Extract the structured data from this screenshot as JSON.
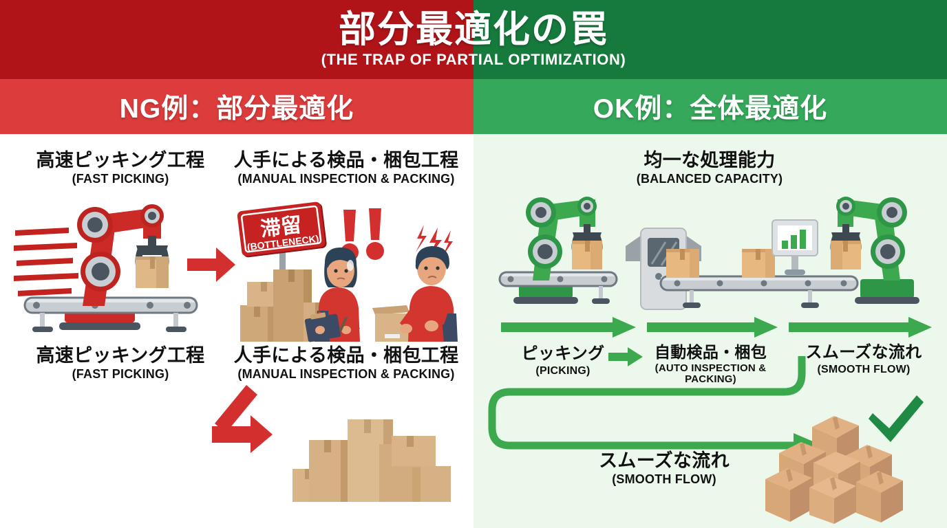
{
  "header": {
    "title_jp": "部分最適化の罠",
    "title_en": "(THE TRAP OF PARTIAL OPTIMIZATION)",
    "left_band_color": "#B01418",
    "right_band_color": "#157A3C"
  },
  "subtitle_bars": {
    "left": {
      "label": "NG例：部分最適化",
      "color": "#DC3C3C"
    },
    "right": {
      "label": "OK例：全体最適化",
      "color": "#35A85B"
    }
  },
  "left_panel": {
    "background": "#FFFFFF",
    "accent": "#D32F2F",
    "top_labels": [
      {
        "jp": "高速ピッキング工程",
        "en": "(FAST PICKING)"
      },
      {
        "jp": "人手による検品・梱包工程",
        "en": "(MANUAL INSPECTION & PACKING)"
      }
    ],
    "bottom_labels": [
      {
        "jp": "高速ピッキング工程",
        "en": "(FAST PICKING)"
      },
      {
        "jp": "人手による検品・梱包工程",
        "en": "(MANUAL INSPECTION & PACKING)"
      }
    ],
    "sign": {
      "jp": "滞留",
      "en": "(BOTTLENECK)",
      "color": "#C62222"
    },
    "icons": {
      "robot_arm": "red-robot-arm-icon",
      "speed_lines": "speed-lines-icon",
      "conveyor": "conveyor-belt-icon",
      "arrow": "red-arrow-icon",
      "exclamation": "exclamation-marks-icon",
      "worker_female": "stressed-female-worker-icon",
      "worker_male": "stressed-male-worker-icon",
      "stress_bolts": "stress-lightning-icon",
      "box_pile": "messy-box-pile-icon",
      "diagonal_arrow": "red-diagonal-arrow-icon"
    }
  },
  "right_panel": {
    "background": "#EDF8EC",
    "accent": "#34A853",
    "top_label": {
      "jp": "均一な処理能力",
      "en": "(BALANCED CAPACITY)"
    },
    "process_labels": [
      {
        "jp": "ピッキング",
        "en": "(PICKING)"
      },
      {
        "jp": "自動検品・梱包",
        "en": "(AUTO INSPECTION\n& PACKING)"
      },
      {
        "jp": "スムーズな流れ",
        "en": "(SMOOTH FLOW)"
      }
    ],
    "flow_label": {
      "jp": "スムーズな流れ",
      "en": "(SMOOTH FLOW)"
    },
    "icons": {
      "robot_arm_left": "green-robot-arm-icon",
      "robot_arm_right": "green-robot-arm-mirrored-icon",
      "scanner": "inspection-scanner-icon",
      "monitor": "bar-chart-monitor-icon",
      "conveyor": "conveyor-belt-icon",
      "flow_arrows": "green-flow-arrow-icon",
      "loop_path": "green-loop-path-icon",
      "box_pyramid": "stacked-box-pyramid-icon",
      "check": "green-checkmark-icon"
    }
  }
}
